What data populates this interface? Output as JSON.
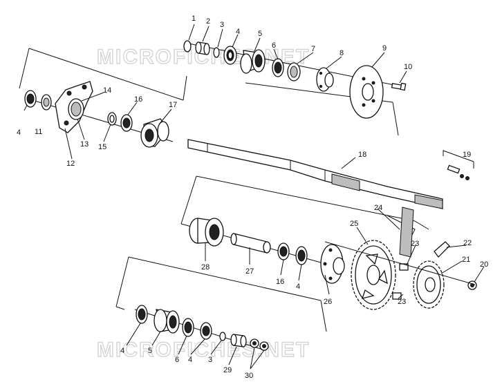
{
  "watermark": {
    "top": "MICROFICHES.NET",
    "bottom": "MICROFICHES.NET"
  },
  "callouts": [
    {
      "id": "c1",
      "label": "1"
    },
    {
      "id": "c2",
      "label": "2"
    },
    {
      "id": "c3",
      "label": "3"
    },
    {
      "id": "c4a",
      "label": "4"
    },
    {
      "id": "c5a",
      "label": "5"
    },
    {
      "id": "c6a",
      "label": "6"
    },
    {
      "id": "c7",
      "label": "7"
    },
    {
      "id": "c8",
      "label": "8"
    },
    {
      "id": "c9",
      "label": "9"
    },
    {
      "id": "c10",
      "label": "10"
    },
    {
      "id": "c14",
      "label": "14"
    },
    {
      "id": "c16a",
      "label": "16"
    },
    {
      "id": "c17",
      "label": "17"
    },
    {
      "id": "c4b",
      "label": "4"
    },
    {
      "id": "c11",
      "label": "11"
    },
    {
      "id": "c13",
      "label": "13"
    },
    {
      "id": "c15",
      "label": "15"
    },
    {
      "id": "c12",
      "label": "12"
    },
    {
      "id": "c18",
      "label": "18"
    },
    {
      "id": "c19",
      "label": "19"
    },
    {
      "id": "c24",
      "label": "24"
    },
    {
      "id": "c25",
      "label": "25"
    },
    {
      "id": "c22",
      "label": "22"
    },
    {
      "id": "c23a",
      "label": "23"
    },
    {
      "id": "c21",
      "label": "21"
    },
    {
      "id": "c20",
      "label": "20"
    },
    {
      "id": "c28",
      "label": "28"
    },
    {
      "id": "c27",
      "label": "27"
    },
    {
      "id": "c16b",
      "label": "16"
    },
    {
      "id": "c4c",
      "label": "4"
    },
    {
      "id": "c26",
      "label": "26"
    },
    {
      "id": "c23b",
      "label": "23"
    },
    {
      "id": "c4d",
      "label": "4"
    },
    {
      "id": "c5b",
      "label": "5"
    },
    {
      "id": "c6b",
      "label": "6"
    },
    {
      "id": "c4e",
      "label": "4"
    },
    {
      "id": "c3b",
      "label": "3"
    },
    {
      "id": "c29",
      "label": "29"
    },
    {
      "id": "c30",
      "label": "30"
    }
  ]
}
